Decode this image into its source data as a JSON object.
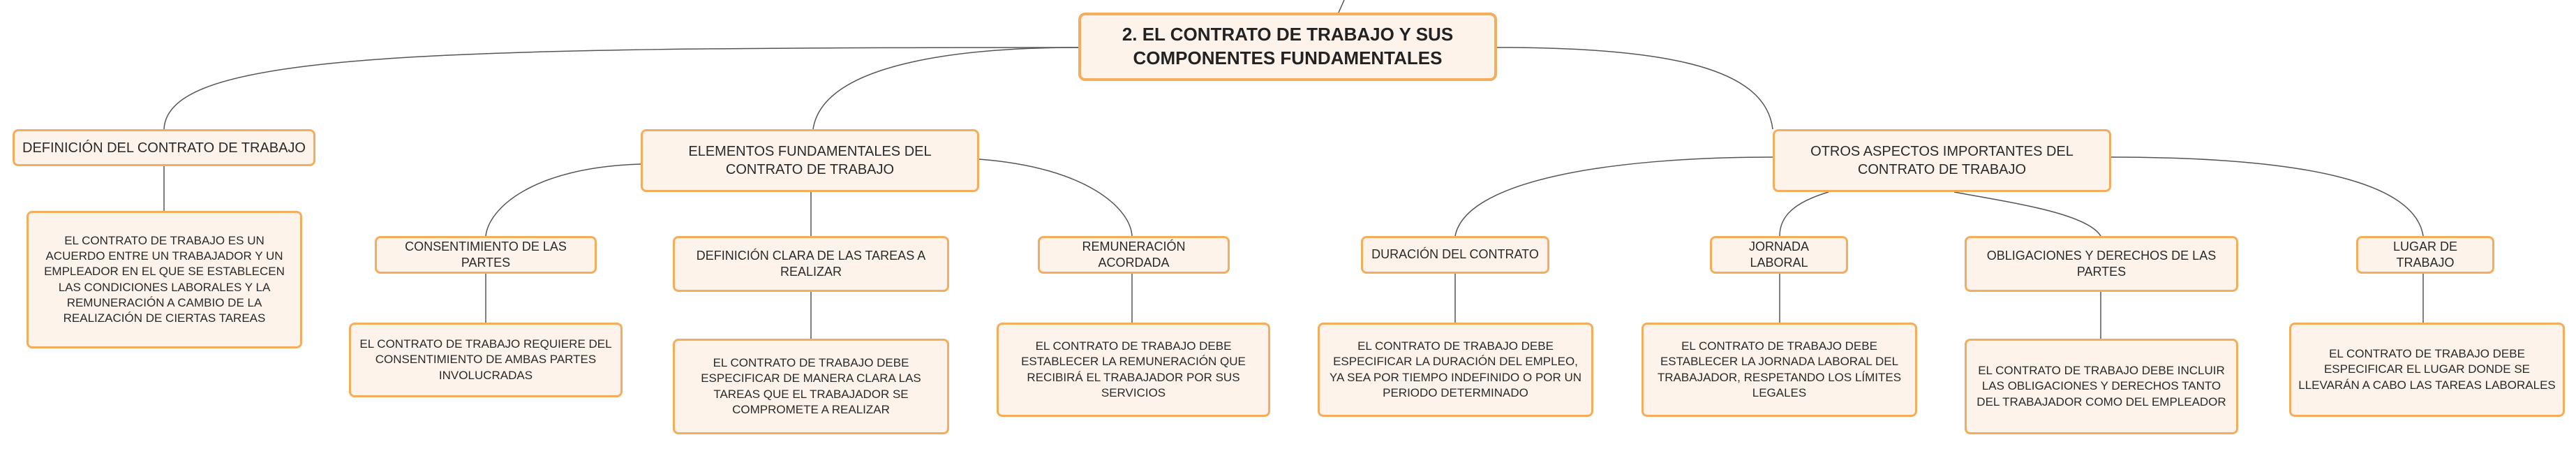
{
  "colors": {
    "node_fill": "#fdf3ea",
    "node_border": "#f2ae5c",
    "connector": "#555555"
  },
  "root": {
    "title": "2. EL CONTRATO DE TRABAJO Y SUS COMPONENTES FUNDAMENTALES"
  },
  "topics": [
    {
      "label": "DEFINICIÓN DEL CONTRATO DE TRABAJO",
      "detail": "EL CONTRATO DE TRABAJO ES UN ACUERDO ENTRE UN TRABAJADOR Y UN EMPLEADOR EN EL QUE SE ESTABLECEN LAS CONDICIONES LABORALES Y LA REMUNERACIÓN A CAMBIO DE LA REALIZACIÓN DE CIERTAS TAREAS"
    },
    {
      "label": "ELEMENTOS FUNDAMENTALES DEL CONTRATO DE TRABAJO",
      "children": [
        {
          "label": "CONSENTIMIENTO DE LAS PARTES",
          "detail": "EL CONTRATO DE TRABAJO REQUIERE DEL CONSENTIMIENTO DE AMBAS PARTES INVOLUCRADAS"
        },
        {
          "label": "DEFINICIÓN CLARA DE LAS TAREAS A REALIZAR",
          "detail": "EL CONTRATO DE TRABAJO DEBE ESPECIFICAR DE MANERA CLARA LAS TAREAS QUE EL TRABAJADOR SE COMPROMETE A REALIZAR"
        },
        {
          "label": "REMUNERACIÓN ACORDADA",
          "detail": "EL CONTRATO DE TRABAJO DEBE ESTABLECER LA REMUNERACIÓN QUE RECIBIRÁ EL TRABAJADOR POR SUS SERVICIOS"
        }
      ]
    },
    {
      "label": "OTROS ASPECTOS IMPORTANTES DEL CONTRATO DE TRABAJO",
      "children": [
        {
          "label": "DURACIÓN DEL CONTRATO",
          "detail": "EL CONTRATO DE TRABAJO DEBE ESPECIFICAR LA DURACIÓN DEL EMPLEO, YA SEA POR TIEMPO INDEFINIDO O POR UN PERIODO DETERMINADO"
        },
        {
          "label": "JORNADA LABORAL",
          "detail": "EL CONTRATO DE TRABAJO DEBE ESTABLECER LA JORNADA LABORAL DEL TRABAJADOR, RESPETANDO LOS LÍMITES LEGALES"
        },
        {
          "label": "OBLIGACIONES Y DERECHOS DE LAS PARTES",
          "detail": "EL CONTRATO DE TRABAJO DEBE INCLUIR LAS OBLIGACIONES Y DERECHOS TANTO DEL TRABAJADOR COMO DEL EMPLEADOR"
        },
        {
          "label": "LUGAR DE TRABAJO",
          "detail": "EL CONTRATO DE TRABAJO DEBE ESPECIFICAR EL LUGAR DONDE SE LLEVARÁN A CABO LAS TAREAS LABORALES"
        }
      ]
    }
  ]
}
